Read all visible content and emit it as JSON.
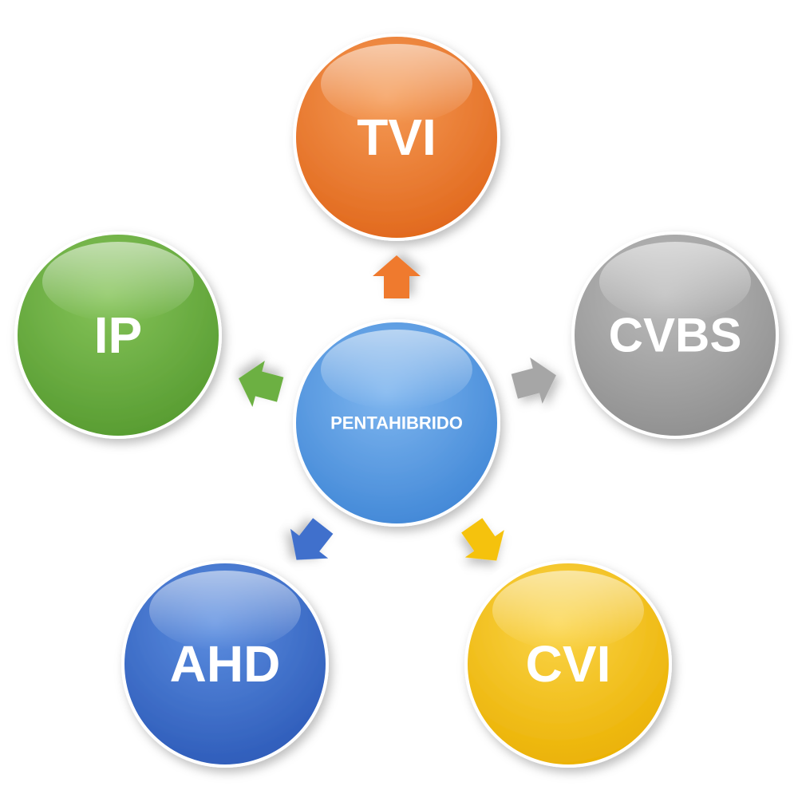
{
  "diagram": {
    "center": {
      "label": "PENTAHIBRIDO",
      "color": "#5a9be0"
    },
    "nodes": [
      {
        "id": "tvi",
        "label": "TVI",
        "color": "#ef7a2e"
      },
      {
        "id": "cvbs",
        "label": "CVBS",
        "color": "#a6a6a6"
      },
      {
        "id": "cvi",
        "label": "CVI",
        "color": "#f5c20c"
      },
      {
        "id": "ahd",
        "label": "AHD",
        "color": "#3f70cc"
      },
      {
        "id": "ip",
        "label": "IP",
        "color": "#6cb043"
      }
    ]
  }
}
